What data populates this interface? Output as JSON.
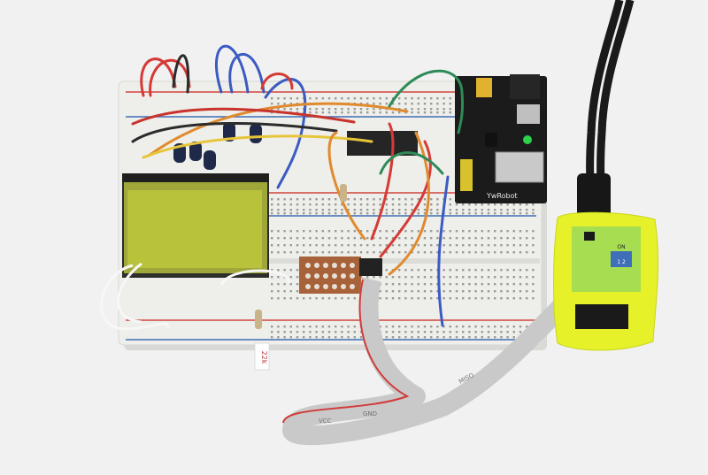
{
  "photo": {
    "background": "#f1f1f1",
    "breadboard_color": "#eeeeea",
    "rail_red": "#d2453e",
    "rail_blue": "#3f6fb8",
    "lcd_color": "#b8c23a",
    "programmer_color": "#e6f12a",
    "ribbon_color": "#c9c9c9"
  },
  "labels": {
    "power_module": "YwRobot",
    "tag": "22k",
    "programmer_switch": "ON",
    "programmer_switch_digits": "1 2",
    "ribbon_print_1": "VCC",
    "ribbon_print_2": "GND",
    "ribbon_print_3": "MISO"
  }
}
